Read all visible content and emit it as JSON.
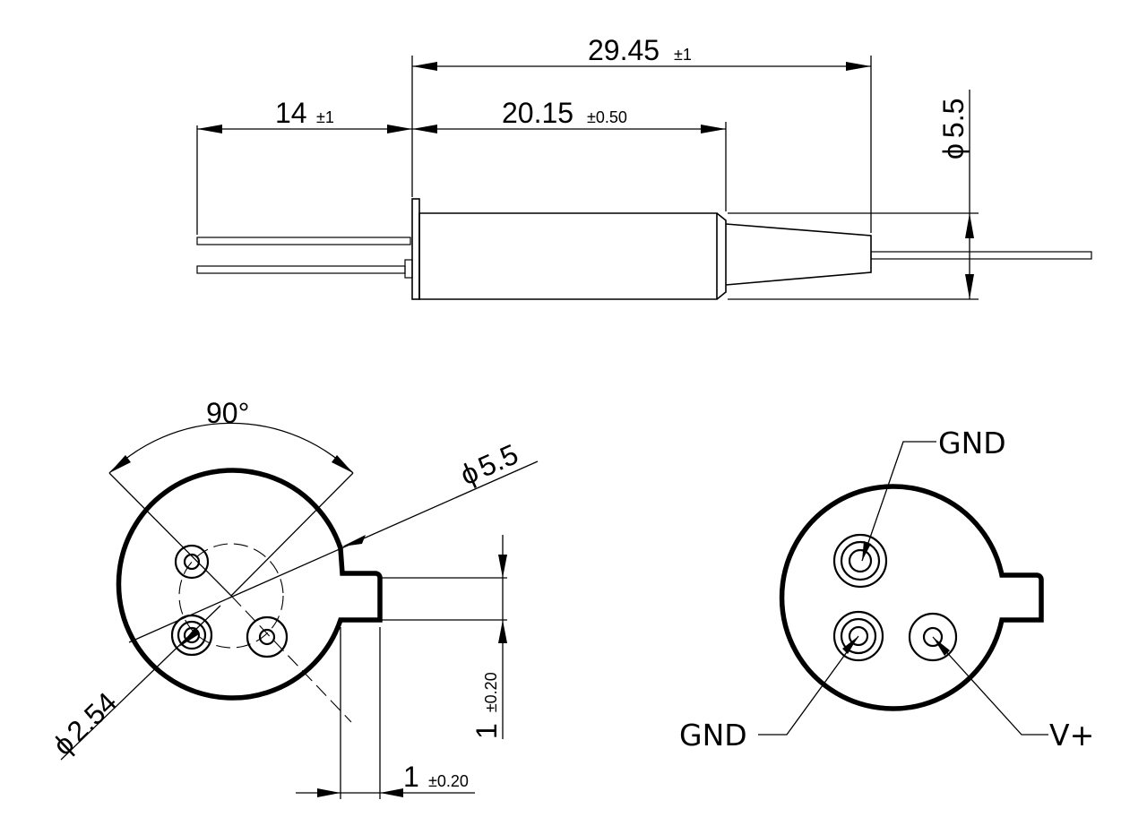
{
  "side_view": {
    "dim_overall": {
      "value": "29.45",
      "tol": "±1"
    },
    "dim_leads": {
      "value": "14",
      "tol": "±1"
    },
    "dim_body": {
      "value": "20.15",
      "tol": "±0.50"
    },
    "dim_diameter": {
      "symbol": "ϕ",
      "value": "5.5"
    }
  },
  "end_view_dims": {
    "angle": "90°",
    "outer_diameter": {
      "symbol": "ϕ",
      "value": "5.5"
    },
    "pin_circle_diameter": {
      "symbol": "ϕ",
      "value": "2.54"
    },
    "tab_height": {
      "value": "1",
      "tol": "±0.20"
    },
    "tab_width": {
      "value": "1",
      "tol": "±0.20"
    }
  },
  "pinout_view": {
    "top_pin": "GND",
    "bottom_left_pin": "GND",
    "bottom_right_pin": "V+"
  }
}
